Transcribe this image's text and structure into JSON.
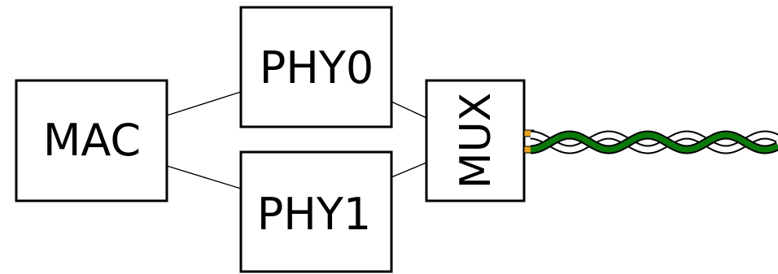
{
  "blocks": {
    "mac": "MAC",
    "phy0": "PHY0",
    "phy1": "PHY1",
    "mux": "MUX"
  },
  "cable": {
    "type": "twisted-pair",
    "colors": {
      "conductor_a": "#0b7a0b",
      "conductor_b": "#ffffff",
      "pin": "#e8a020",
      "outline": "#000000"
    }
  }
}
